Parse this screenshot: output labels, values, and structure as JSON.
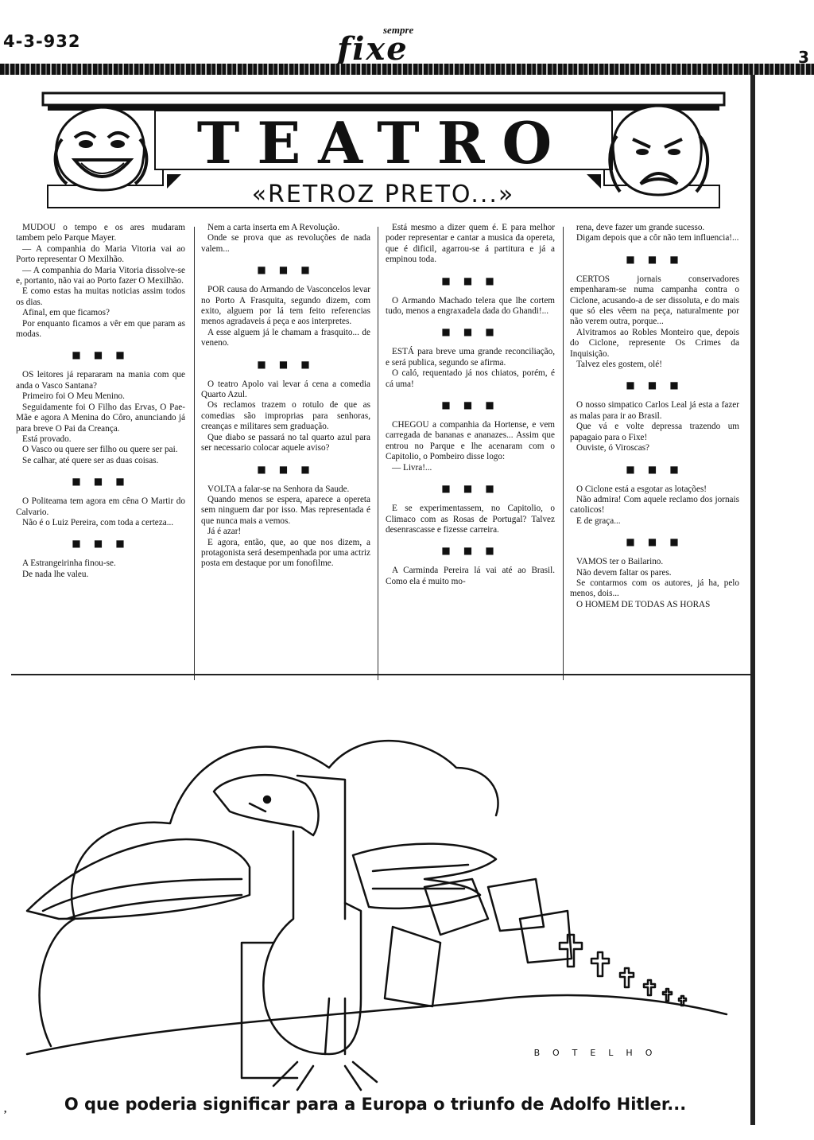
{
  "header": {
    "date": "4-3-932",
    "logo_small": "sempre",
    "logo_big": "fixe",
    "page_number": "3"
  },
  "banner": {
    "title": "TEATRO",
    "subtitle": "«RETROZ PRETO...»"
  },
  "separator": "■ ■ ■",
  "columns": [
    {
      "paragraphs": [
        "MUDOU o tempo e os ares mudaram tambem pelo Parque Mayer.",
        "— A companhia do Maria Vitoria vai ao Porto representar O Mexilhão.",
        "— A companhia do Maria Vitoria dissolve-se e, portanto, não vai ao Porto fazer O Mexilhão.",
        "E como estas ha muitas noticias assim todos os dias.",
        "Afinal, em que ficamos?",
        "Por enquanto ficamos a vêr em que param as modas.",
        "■ ■ ■",
        "OS leitores já repararam na mania com que anda o Vasco Santana?",
        "Primeiro foi O Meu Menino.",
        "Seguidamente foi O Filho das Ervas, O Pae-Mãe e agora A Menina do Côro, anunciando já para breve O Pai da Creança.",
        "Está provado.",
        "O Vasco ou quere ser filho ou quere ser pai.",
        "Se calhar, até quere ser as duas coisas.",
        "■ ■ ■",
        "O Politeama tem agora em cêna O Martir do Calvario.",
        "Não é o Luiz Pereira, com toda a certeza...",
        "■ ■ ■",
        "A Estrangeirinha finou-se.",
        "De nada lhe valeu."
      ]
    },
    {
      "paragraphs": [
        "Nem a carta inserta em A Revolução.",
        "Onde se prova que as revoluções de nada valem...",
        "■ ■ ■",
        "POR causa do Armando de Vasconcelos levar no Porto A Frasquita, segundo dizem, com exito, alguem por lá tem feito referencias menos agradaveis á peça e aos interpretes.",
        "A esse alguem já le chamam a frasquito... de veneno.",
        "■ ■ ■",
        "O teatro Apolo vai levar á cena a comedia Quarto Azul.",
        "Os reclamos trazem o rotulo de que as comedias são improprias para senhoras, creanças e militares sem graduação.",
        "Que diabo se passará no tal quarto azul para ser necessario colocar aquele aviso?",
        "■ ■ ■",
        "VOLTA a falar-se na Senhora da Saude.",
        "Quando menos se espera, aparece a opereta sem ninguem dar por isso. Mas representada é que nunca mais a vemos.",
        "Já é azar!",
        "E agora, então, que, ao que nos dizem, a protagonista será desempenhada por uma actriz posta em destaque por um fonofilme."
      ]
    },
    {
      "paragraphs": [
        "Está mesmo a dizer quem é. E para melhor poder representar e cantar a musica da opereta, que é dificil, agarrou-se á partitura e já a empinou toda.",
        "■ ■ ■",
        "O Armando Machado telera que lhe cortem tudo, menos a engraxadela dada do Ghandi!...",
        "■ ■ ■",
        "ESTÁ para breve uma grande reconciliação, e será publica, segundo se afirma.",
        "O caló, requentado já nos chiatos, porém, é cá uma!",
        "■ ■ ■",
        "CHEGOU a companhia da Hortense, e vem carregada de bananas e ananazes... Assim que entrou no Parque e lhe acenaram com o Capitolio, o Pombeiro disse logo:",
        "— Livra!...",
        "■ ■ ■",
        "E se experimentassem, no Capitolio, o Climaco com as Rosas de Portugal? Talvez desenrascasse e fizesse carreira.",
        "■ ■ ■",
        "A Carminda Pereira lá vai até ao Brasil. Como ela é muito mo-"
      ]
    },
    {
      "paragraphs": [
        "rena, deve fazer um grande sucesso.",
        "Digam depois que a côr não tem influencia!...",
        "■ ■ ■",
        "CERTOS jornais conservadores empenharam-se numa campanha contra o Ciclone, acusando-a de ser dissoluta, e do mais que só eles vêem na peça, naturalmente por não verem outra, porque...",
        "Alvitramos ao Robles Monteiro que, depois do Ciclone, represente Os Crimes da Inquisição.",
        "Talvez eles gostem, olé!",
        "■ ■ ■",
        "O nosso simpatico Carlos Leal já esta a fazer as malas para ir ao Brasil.",
        "Que vá e volte depressa trazendo um papagaio para o Fixe!",
        "Ouviste, ó Viroscas?",
        "■ ■ ■",
        "O Ciclone está a esgotar as lotações!",
        "Não admira! Com aquele reclamo dos jornais catolicos!",
        "E de graça...",
        "■ ■ ■",
        "VAMOS ter o Bailarino.",
        "Não devem faltar os pares.",
        "Se contarmos com os autores, já ha, pelo menos, dois...",
        "O HOMEM DE TODAS AS HORAS"
      ]
    }
  ],
  "cartoon": {
    "signature": "BOTELHO",
    "caption": "O que poderia significar para a Europa o triunfo de Adolfo Hitler..."
  }
}
